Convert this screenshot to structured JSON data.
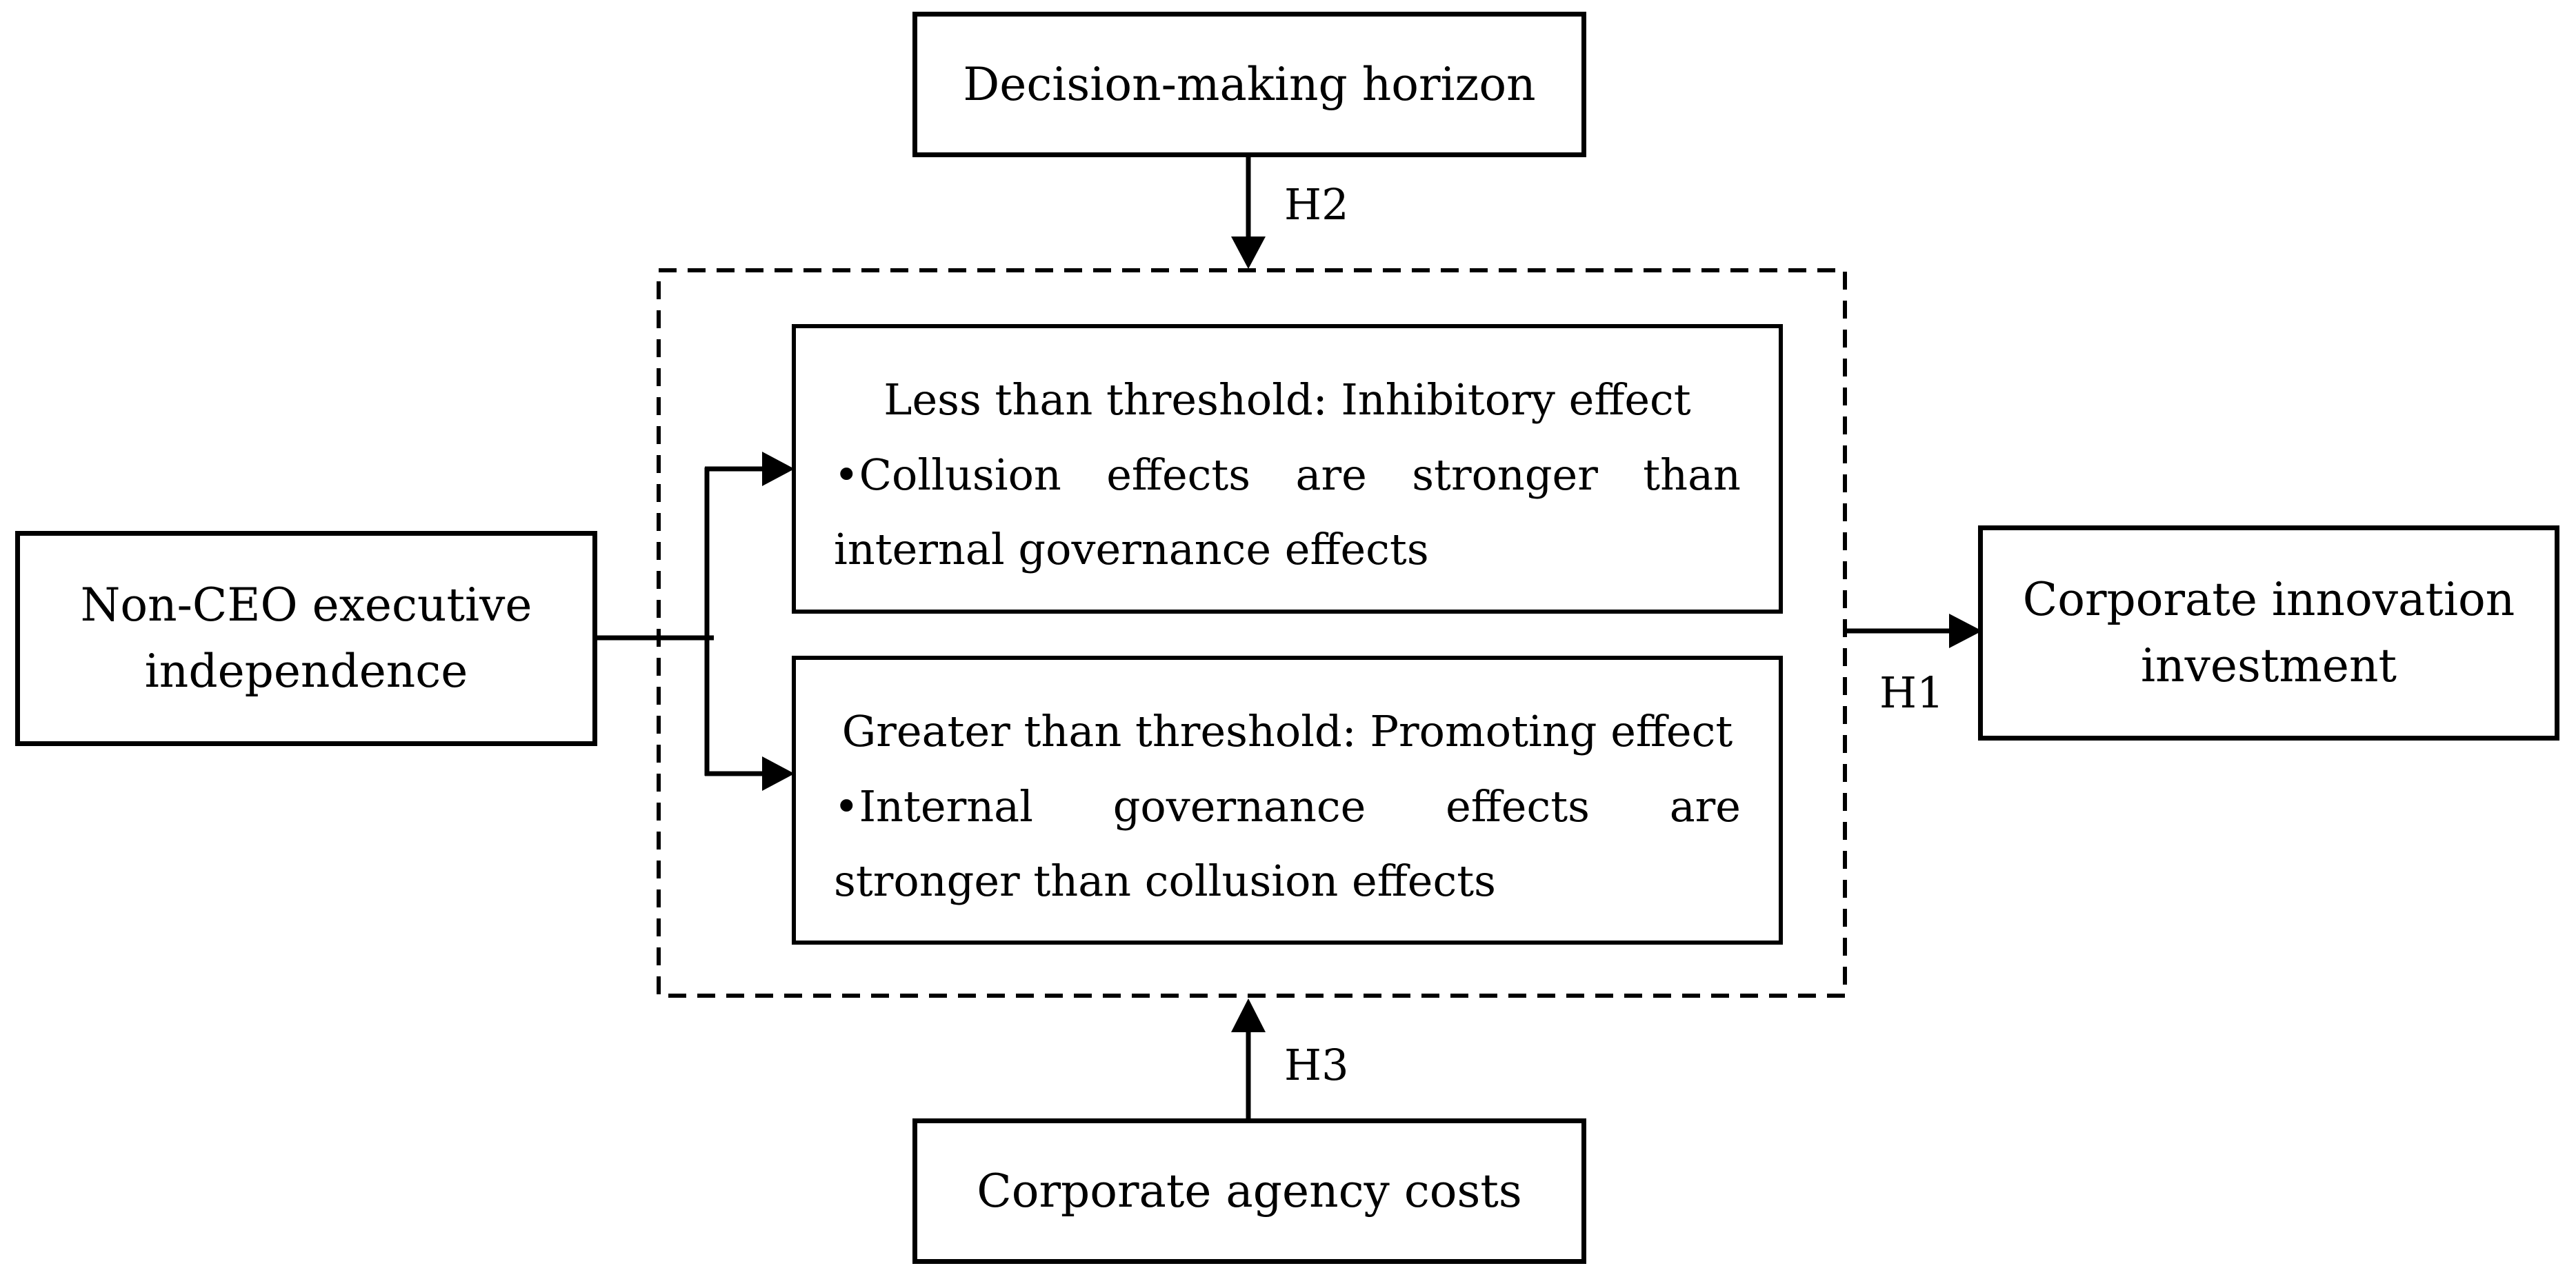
{
  "nodes": {
    "decision_horizon": "Decision-making horizon",
    "non_ceo_independence": "Non-CEO executive independence",
    "innovation_investment": "Corporate innovation investment",
    "agency_costs": "Corporate agency costs"
  },
  "threshold_boxes": {
    "lower": {
      "heading": "Less than threshold: Inhibitory effect",
      "bullet": "•Collusion effects are stronger than internal governance effects"
    },
    "upper": {
      "heading": "Greater than threshold: Promoting effect",
      "bullet": "•Internal governance effects are stronger than collusion effects"
    }
  },
  "hypotheses": {
    "h1": "H1",
    "h2": "H2",
    "h3": "H3"
  }
}
